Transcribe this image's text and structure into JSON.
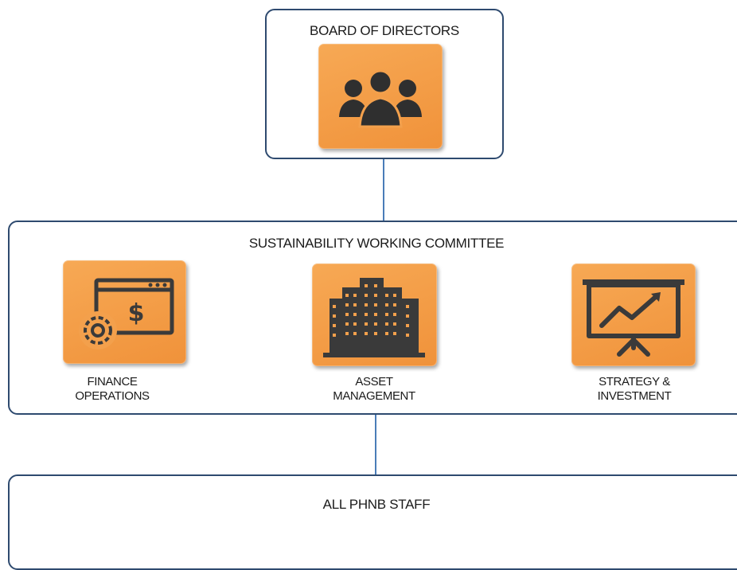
{
  "board": {
    "title": "BOARD OF DIRECTORS",
    "icon": "people-group-icon"
  },
  "committee": {
    "title": "SUSTAINABILITY WORKING COMMITTEE",
    "units": [
      {
        "line1": "FINANCE",
        "line2": "OPERATIONS",
        "icon": "finance-operations-icon"
      },
      {
        "line1": "ASSET",
        "line2": "MANAGEMENT",
        "icon": "buildings-icon"
      },
      {
        "line1": "STRATEGY &",
        "line2": "INVESTMENT",
        "icon": "presentation-chart-icon"
      }
    ]
  },
  "staff": {
    "title": "ALL PHNB STAFF"
  },
  "colors": {
    "tile": "#f0923a",
    "icon": "#3a3a3a",
    "border": "#2e4a6f",
    "connector": "#4a7db8"
  }
}
